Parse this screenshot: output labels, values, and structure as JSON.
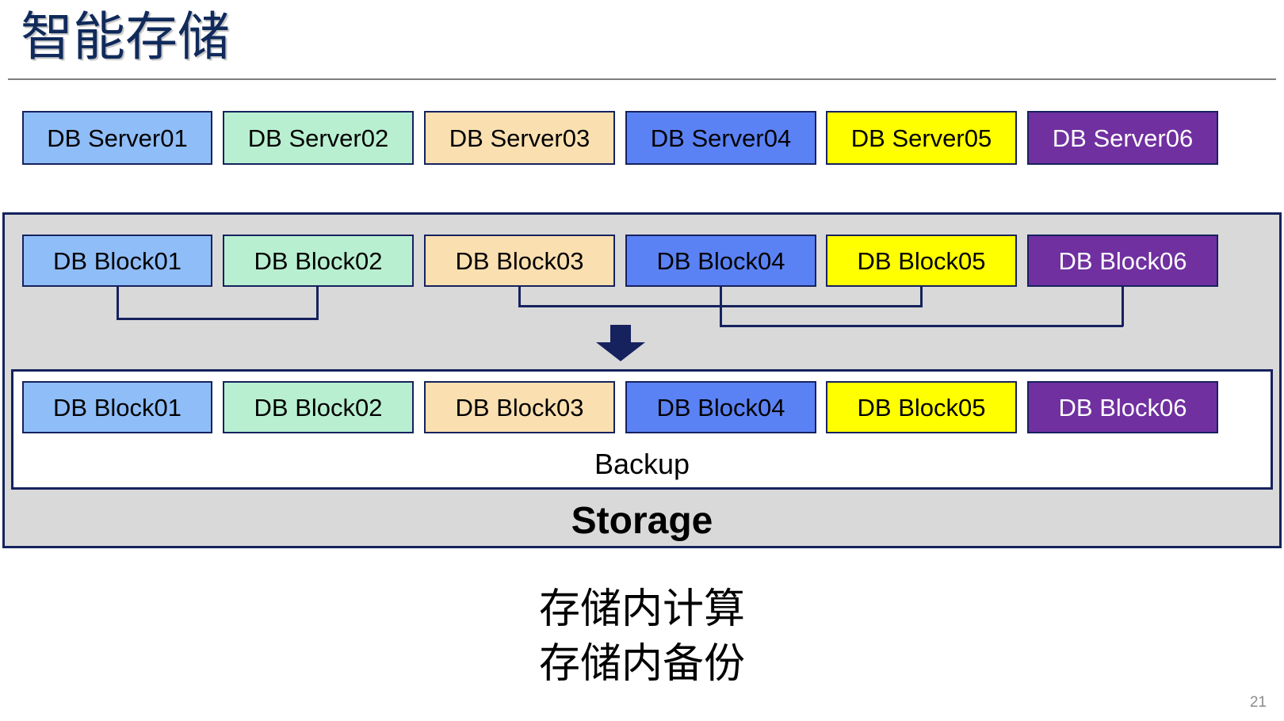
{
  "slide": {
    "title": "智能存储",
    "page_number": "21"
  },
  "colors": {
    "title_text": "#102A5B",
    "border": "#16225E",
    "storage_fill": "#D9D9D9",
    "backup_fill": "#FFFFFF",
    "arrow": "#16225E",
    "rule": "#7F7F7F",
    "page_number": "#8C8C8C",
    "swatch_lightblue": "#8FBDF8",
    "swatch_mint": "#B8EFD0",
    "swatch_peach": "#FADFB0",
    "swatch_royal": "#5B82F5",
    "swatch_yellow": "#FFFF00",
    "swatch_purple": "#7030A0"
  },
  "server_row": {
    "items": [
      {
        "label": "DB Server01",
        "color": "lightblue"
      },
      {
        "label": "DB Server02",
        "color": "mint"
      },
      {
        "label": "DB Server03",
        "color": "peach"
      },
      {
        "label": "DB Server04",
        "color": "royal"
      },
      {
        "label": "DB Server05",
        "color": "yellow"
      },
      {
        "label": "DB Server06",
        "color": "purple"
      }
    ]
  },
  "storage": {
    "label": "Storage",
    "block_row": {
      "items": [
        {
          "label": "DB Block01",
          "color": "lightblue"
        },
        {
          "label": "DB Block02",
          "color": "mint"
        },
        {
          "label": "DB Block03",
          "color": "peach"
        },
        {
          "label": "DB Block04",
          "color": "royal"
        },
        {
          "label": "DB Block05",
          "color": "yellow"
        },
        {
          "label": "DB Block06",
          "color": "purple"
        }
      ]
    },
    "backup": {
      "label": "Backup",
      "items": [
        {
          "label": "DB Block01",
          "color": "lightblue"
        },
        {
          "label": "DB Block02",
          "color": "mint"
        },
        {
          "label": "DB Block03",
          "color": "peach"
        },
        {
          "label": "DB Block04",
          "color": "royal"
        },
        {
          "label": "DB Block05",
          "color": "yellow"
        },
        {
          "label": "DB Block06",
          "color": "purple"
        }
      ]
    },
    "connectors": [
      {
        "from": "DB Block01",
        "to": "DB Block02"
      },
      {
        "from": "DB Block03",
        "to": "DB Block05"
      },
      {
        "from": "DB Block04",
        "to": "DB Block06"
      }
    ],
    "arrow_direction": "down"
  },
  "caption": {
    "lines": [
      "存储内计算",
      "存储内备份"
    ]
  }
}
